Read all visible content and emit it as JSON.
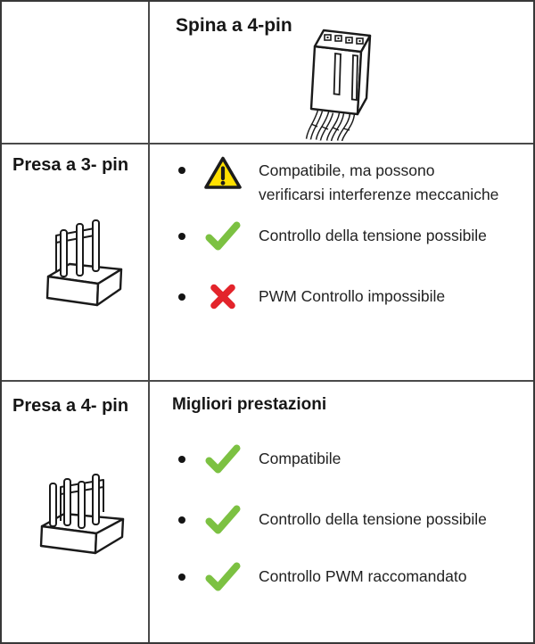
{
  "plug_column": {
    "title": "Spina a 4-pin",
    "illustration": "4-pin-plug-connector-drawing"
  },
  "rows": [
    {
      "label": "Presa a 3- pin",
      "illustration": "3-pin-socket-header-drawing",
      "items": [
        {
          "icon": "warning-icon",
          "text": "Compatibile, ma possono\nverificarsi interferenze meccaniche"
        },
        {
          "icon": "check-icon",
          "text": "Controllo della tensione possibile"
        },
        {
          "icon": "cross-icon",
          "text": "PWM Controllo impossibile"
        }
      ]
    },
    {
      "label": "Presa a 4- pin",
      "illustration": "4-pin-socket-header-drawing",
      "title": "Migliori prestazioni",
      "items": [
        {
          "icon": "check-icon",
          "text": "Compatibile"
        },
        {
          "icon": "check-icon",
          "text": "Controllo della tensione possibile"
        },
        {
          "icon": "check-icon",
          "text": "Controllo PWM raccomandato"
        }
      ]
    }
  ],
  "colors": {
    "check_green": "#7cc142",
    "cross_red": "#e3242b",
    "warning_yellow": "#ffe000",
    "line_art": "#1a1a1a",
    "grid_border": "#4a4a4a",
    "text": "#1c1c1c"
  }
}
